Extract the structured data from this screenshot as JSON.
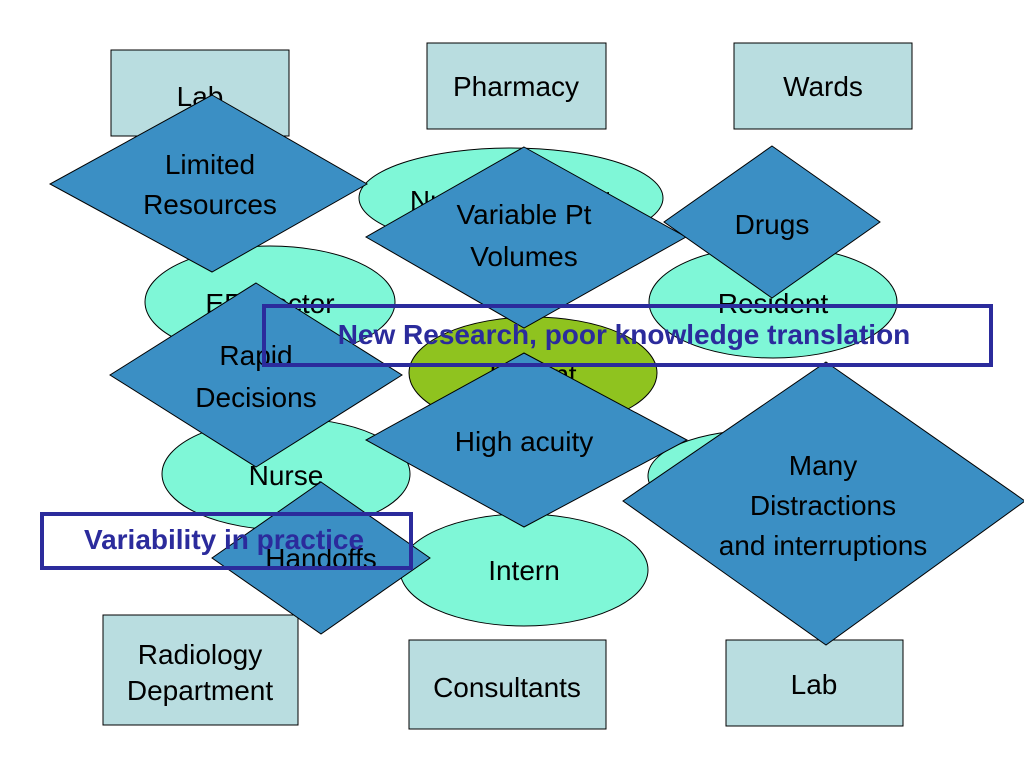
{
  "colors": {
    "box_fill": "#b9dde0",
    "ellipse_fill": "#7ff7d7",
    "patient_fill": "#8fc31f",
    "diamond_fill": "#3b8fc4",
    "banner_border": "#2b2b9c",
    "banner_text": "#2b2b9c"
  },
  "boxes": {
    "lab_top": "Lab",
    "pharmacy": "Pharmacy",
    "wards": "Wards",
    "radiology": [
      "Radiology",
      "Department"
    ],
    "consultants": "Consultants",
    "lab_bottom": "Lab"
  },
  "ellipses": {
    "nurse_specialist": "Nurse Specialist",
    "er_doctor": "ER Doctor",
    "resident": "Resident",
    "patient": "Patient",
    "nurse": "Nurse",
    "intern": "Intern"
  },
  "diamonds": {
    "limited_resources": [
      "Limited",
      "Resources"
    ],
    "variable_volumes": [
      "Variable Pt",
      "Volumes"
    ],
    "drugs": "Drugs",
    "rapid_decisions": [
      "Rapid",
      "Decisions"
    ],
    "high_acuity": "High acuity",
    "handoffs": "Handoffs",
    "many_distractions": [
      "Many",
      "Distractions",
      "and interruptions"
    ]
  },
  "banners": {
    "new_research": "New Research, poor knowledge translation",
    "variability": "Variability in practice"
  }
}
